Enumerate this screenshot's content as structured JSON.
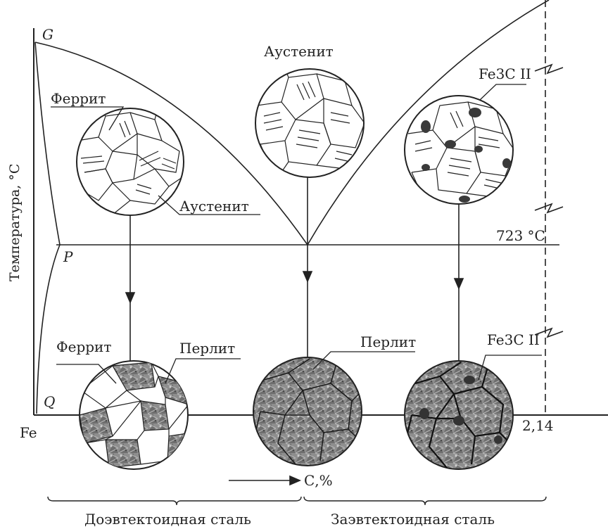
{
  "labels": {
    "point_g": "G",
    "point_p": "P",
    "point_q": "Q",
    "fe": "Fe",
    "carbon_end": "2,14",
    "temp_axis": "Температура, °С",
    "eutectoid_temp": "723 °С",
    "carbon_axis": "С,%",
    "austenite_top": "Аустенит",
    "ferrite_top": "Феррит",
    "austenite_left": "Аустенит",
    "cementite_top": "Fe3C II",
    "ferrite_bottom": "Феррит",
    "pearlite_left": "Перлит",
    "pearlite_mid": "Перлит",
    "cementite_bottom": "Fe3C II",
    "hypo_steel": "Доэвтектоидная сталь",
    "hyper_steel": "Заэвтектоидная сталь"
  },
  "colors": {
    "line": "#222222",
    "pearlite_fill": "#8a8a8a",
    "pearlite_dark": "#555555",
    "cementite": "#3a3a3a"
  }
}
